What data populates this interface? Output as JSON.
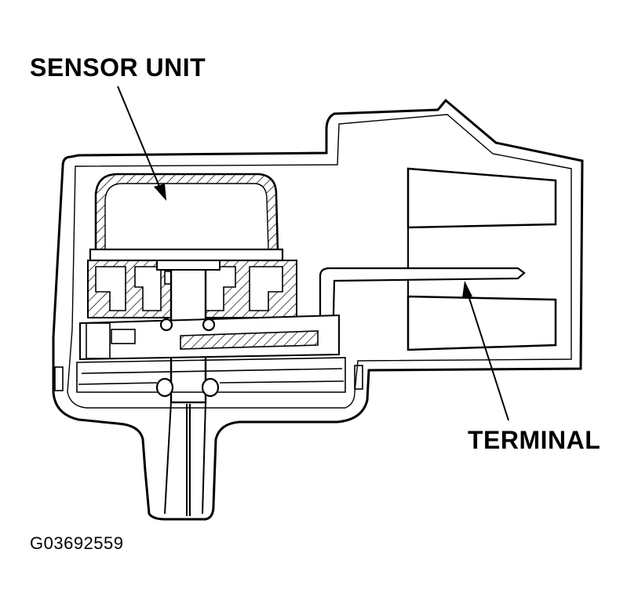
{
  "labels": {
    "sensor_unit": "SENSOR UNIT",
    "terminal": "TERMINAL",
    "figure_code": "G03692559"
  },
  "colors": {
    "ink": "#000000",
    "paper": "#ffffff"
  }
}
